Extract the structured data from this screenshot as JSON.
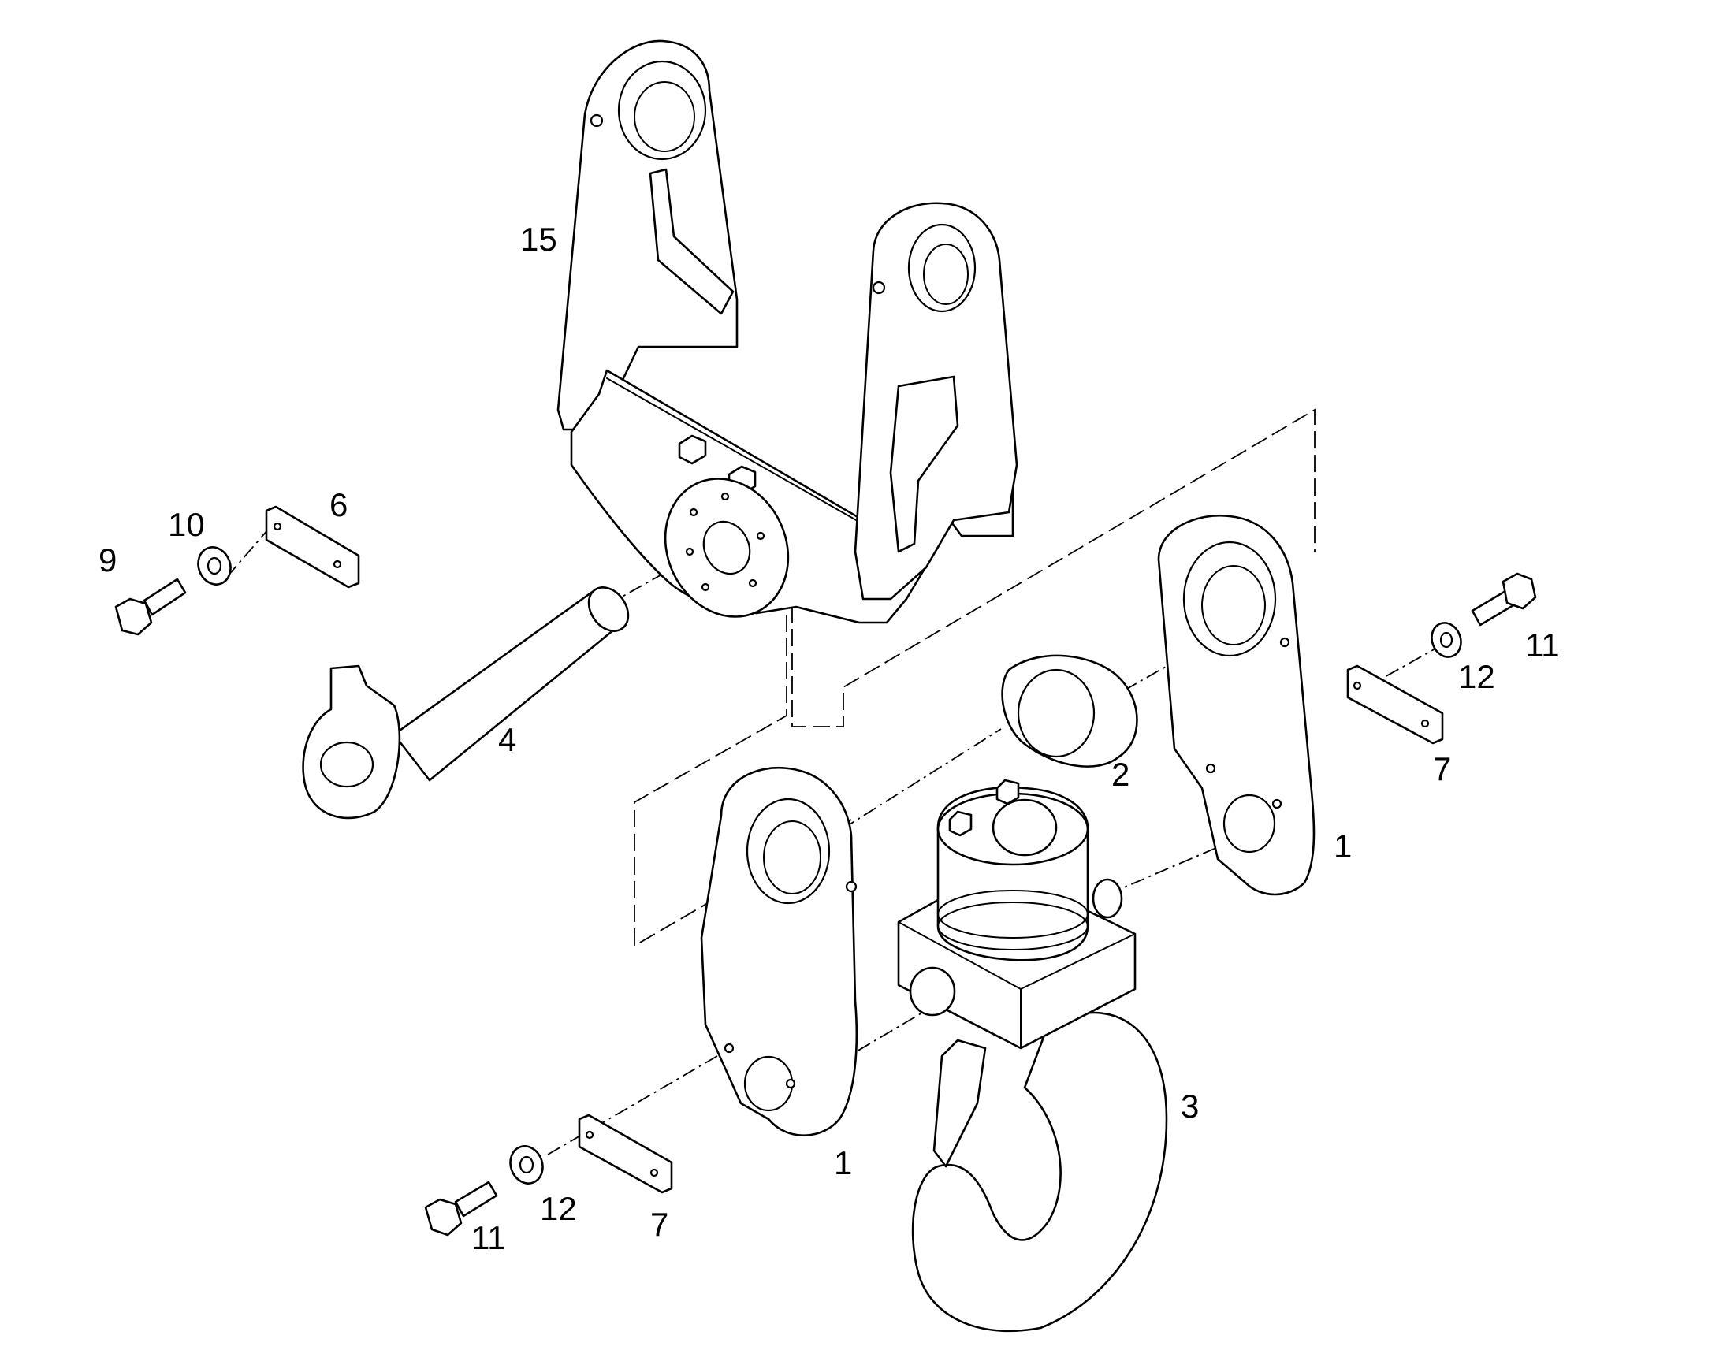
{
  "diagram": {
    "callouts": [
      {
        "id": "c15",
        "text": "15"
      },
      {
        "id": "c10",
        "text": "10"
      },
      {
        "id": "c6",
        "text": "6"
      },
      {
        "id": "c9",
        "text": "9"
      },
      {
        "id": "c4",
        "text": "4"
      },
      {
        "id": "c2",
        "text": "2"
      },
      {
        "id": "c1a",
        "text": "1"
      },
      {
        "id": "c1b",
        "text": "1"
      },
      {
        "id": "c11a",
        "text": "11"
      },
      {
        "id": "c12a",
        "text": "12"
      },
      {
        "id": "c7a",
        "text": "7"
      },
      {
        "id": "c3",
        "text": "3"
      },
      {
        "id": "c11b",
        "text": "11"
      },
      {
        "id": "c12b",
        "text": "12"
      },
      {
        "id": "c7b",
        "text": "7"
      }
    ],
    "colors": {
      "line": "#000000",
      "background": "#ffffff"
    }
  }
}
